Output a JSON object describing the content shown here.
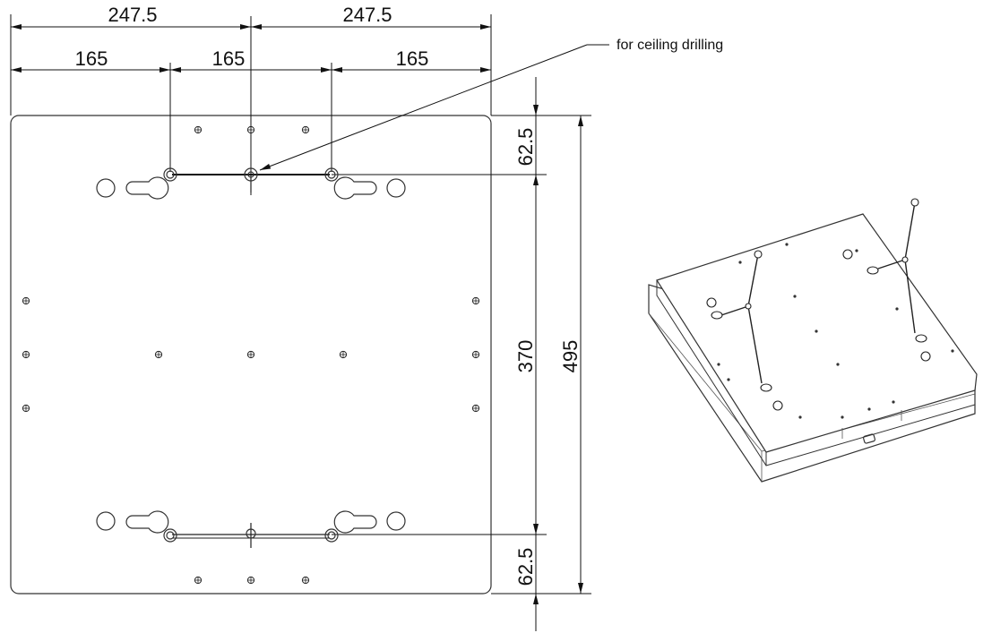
{
  "drawing": {
    "dims": {
      "top_left_half": "247.5",
      "top_right_half": "247.5",
      "seg_left": "165",
      "seg_mid": "165",
      "seg_right": "165",
      "right_top": "62.5",
      "right_mid": "370",
      "right_bottom": "62.5",
      "right_total": "495"
    },
    "annotation": "for ceiling drilling"
  }
}
